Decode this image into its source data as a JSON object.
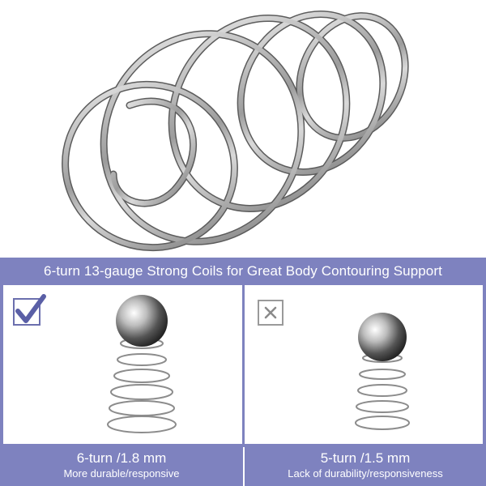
{
  "colors": {
    "accent": "#7e82bf",
    "check": "#5a5fa6",
    "cross": "#8a8a8a"
  },
  "banner": {
    "text": "6-turn 13-gauge Strong Coils for Great Body Contouring Support"
  },
  "left": {
    "size": "6-turn /1.8 mm",
    "description": "More durable/responsive",
    "icon": "check-icon"
  },
  "right": {
    "size": "5-turn /1.5 mm",
    "description": "Lack of durability/responsiveness",
    "icon": "cross-icon"
  }
}
